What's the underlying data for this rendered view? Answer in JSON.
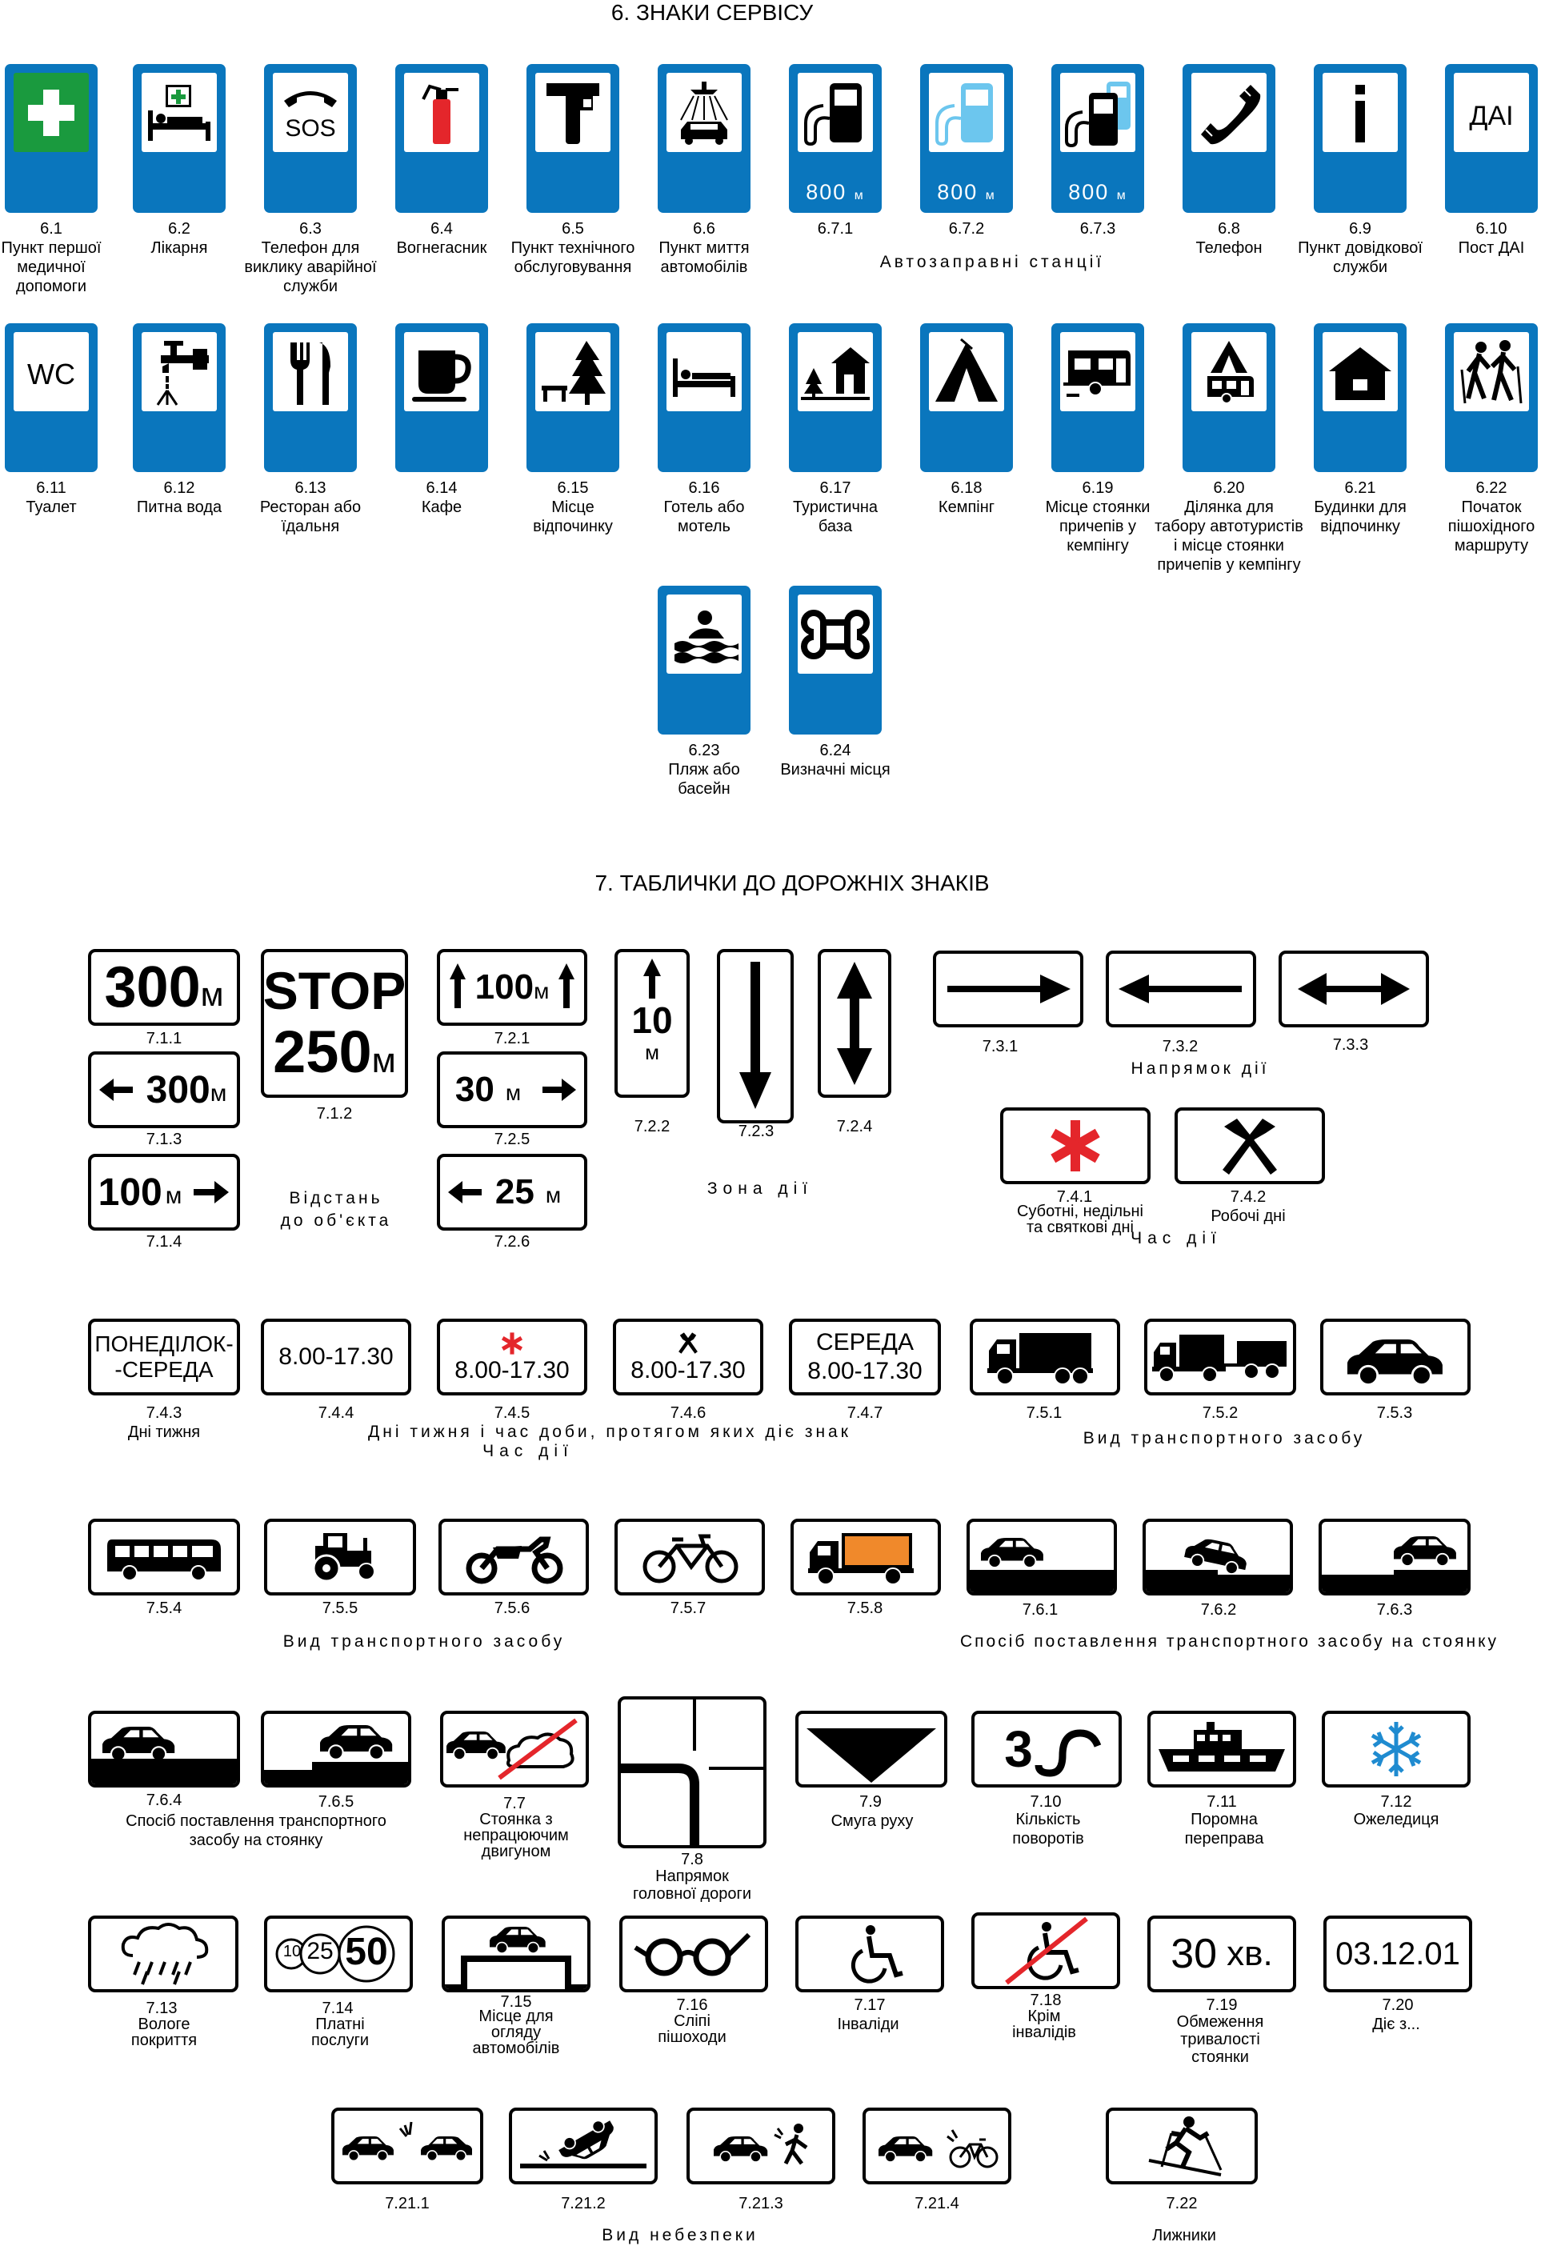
{
  "sections": {
    "service_title": "6.  ЗНАКИ  СЕРВІСУ",
    "plates_title": "7.  ТАБЛИЧКИ  ДО ДОРОЖНІХ  ЗНАКІВ"
  },
  "colors": {
    "sign_blue": "#0a76bd",
    "first_aid_green": "#1a9a3e",
    "red": "#e4262b",
    "fuel_blue": "#6cc6ee",
    "truck_orange": "#f0892b",
    "ice_blue": "#1f8bd0"
  },
  "service_signs": [
    {
      "num": "6.1",
      "label": "Пункт першої\nмедичної\nдопомоги",
      "icon": "first-aid-cross-icon"
    },
    {
      "num": "6.2",
      "label": "Лікарня",
      "icon": "hospital-bed-icon"
    },
    {
      "num": "6.3",
      "label": "Телефон для\nвиклику  аварійної\nслужби",
      "icon": "sos-phone-icon",
      "text": "SOS"
    },
    {
      "num": "6.4",
      "label": "Вогнегасник",
      "icon": "fire-extinguisher-icon"
    },
    {
      "num": "6.5",
      "label": "Пункт  технічного\nобслуговування",
      "icon": "wrench-icon"
    },
    {
      "num": "6.6",
      "label": "Пункт  миття\nавтомобілів",
      "icon": "car-wash-icon"
    },
    {
      "num": "6.7.1",
      "label": "",
      "icon": "fuel-pump-icon",
      "distance": "800",
      "unit": "м"
    },
    {
      "num": "6.7.2",
      "label": "",
      "icon": "fuel-pump-blue-icon",
      "distance": "800",
      "unit": "м"
    },
    {
      "num": "6.7.3",
      "label": "",
      "icon": "fuel-pump-double-icon",
      "distance": "800",
      "unit": "м"
    },
    {
      "num": "6.8",
      "label": "Телефон",
      "icon": "telephone-icon"
    },
    {
      "num": "6.9",
      "label": "Пункт  довідкової\nслужби",
      "icon": "info-icon",
      "text": "i"
    },
    {
      "num": "6.10",
      "label": "Пост ДАІ",
      "icon": "police-post-icon",
      "text": "ДАІ"
    },
    {
      "num": "6.11",
      "label": "Туалет",
      "icon": "wc-icon",
      "text": "WC"
    },
    {
      "num": "6.12",
      "label": "Питна  вода",
      "icon": "drinking-water-icon"
    },
    {
      "num": "6.13",
      "label": "Ресторан  або\nїдальня",
      "icon": "restaurant-icon"
    },
    {
      "num": "6.14",
      "label": "Кафе",
      "icon": "cafe-cup-icon"
    },
    {
      "num": "6.15",
      "label": "Місце\nвідпочинку",
      "icon": "rest-area-icon"
    },
    {
      "num": "6.16",
      "label": "Готель або\nмотель",
      "icon": "hotel-bed-icon"
    },
    {
      "num": "6.17",
      "label": "Туристична\nбаза",
      "icon": "tourist-base-icon"
    },
    {
      "num": "6.18",
      "label": "Кемпінг",
      "icon": "tent-icon"
    },
    {
      "num": "6.19",
      "label": "Місце стоянки\nпричепів у\nкемпінгу",
      "icon": "caravan-icon"
    },
    {
      "num": "6.20",
      "label": "Ділянка  для\nтабору автотуристів\nі  місце стоянки\nпричепів  у  кемпінгу",
      "icon": "caravan-tent-icon"
    },
    {
      "num": "6.21",
      "label": "Будинки для\nвідпочинку",
      "icon": "house-icon"
    },
    {
      "num": "6.22",
      "label": "Початок\nпішохідного\nмаршруту",
      "icon": "hikers-icon"
    },
    {
      "num": "6.23",
      "label": "Пляж  або\nбасейн",
      "icon": "swimmer-icon"
    },
    {
      "num": "6.24",
      "label": "Визначні місця",
      "icon": "landmark-icon"
    }
  ],
  "service_group_label": "Автозаправні  станції",
  "plates": {
    "p711": {
      "num": "7.1.1",
      "big": "300",
      "unit": "м"
    },
    "p712": {
      "num": "7.1.2",
      "line1": "STOP",
      "line2": "250",
      "unit": "м"
    },
    "p713": {
      "num": "7.1.3",
      "big": "300",
      "unit": "м"
    },
    "p714": {
      "num": "7.1.4",
      "big": "100",
      "unit": "м"
    },
    "p721": {
      "num": "7.2.1",
      "big": "100",
      "unit": "м"
    },
    "p722": {
      "num": "7.2.2",
      "big": "10",
      "unit": "м"
    },
    "p723": {
      "num": "7.2.3"
    },
    "p724": {
      "num": "7.2.4"
    },
    "p725": {
      "num": "7.2.5",
      "big": "30",
      "unit": "м"
    },
    "p726": {
      "num": "7.2.6",
      "big": "25",
      "unit": "м"
    },
    "p731": {
      "num": "7.3.1"
    },
    "p732": {
      "num": "7.3.2"
    },
    "p733": {
      "num": "7.3.3"
    },
    "p741": {
      "num": "7.4.1",
      "label": "Суботні, недільні\nта  святкові  дні"
    },
    "p742": {
      "num": "7.4.2",
      "label": "Робочі  дні"
    },
    "p743": {
      "num": "7.4.3",
      "line1": "ПОНЕДІЛОК-",
      "line2": "-СЕРЕДА",
      "label": "Дні  тижня"
    },
    "p744": {
      "num": "7.4.4",
      "text": "8.00-17.30"
    },
    "p745": {
      "num": "7.4.5",
      "text": "8.00-17.30"
    },
    "p746": {
      "num": "7.4.6",
      "text": "8.00-17.30"
    },
    "p747": {
      "num": "7.4.7",
      "line1": "СЕРЕДА",
      "line2": "8.00-17.30"
    },
    "p751": {
      "num": "7.5.1"
    },
    "p752": {
      "num": "7.5.2"
    },
    "p753": {
      "num": "7.5.3"
    },
    "p754": {
      "num": "7.5.4"
    },
    "p755": {
      "num": "7.5.5"
    },
    "p756": {
      "num": "7.5.6"
    },
    "p757": {
      "num": "7.5.7"
    },
    "p758": {
      "num": "7.5.8"
    },
    "p761": {
      "num": "7.6.1"
    },
    "p762": {
      "num": "7.6.2"
    },
    "p763": {
      "num": "7.6.3"
    },
    "p764": {
      "num": "7.6.4"
    },
    "p765": {
      "num": "7.6.5"
    },
    "p77": {
      "num": "7.7",
      "label": "Стоянка з\nнепрацюючим\nдвигуном"
    },
    "p78": {
      "num": "7.8",
      "label": "Напрямок\nголовної дороги"
    },
    "p79": {
      "num": "7.9",
      "label": "Смуга    руху"
    },
    "p710": {
      "num": "7.10",
      "big": "3",
      "label": "Кількість\nповоротів"
    },
    "p711b": {
      "num": "7.11",
      "label": "Поромна\nпереправа"
    },
    "p712b": {
      "num": "7.12",
      "label": "Ожеледиця"
    },
    "p713b": {
      "num": "7.13",
      "label": "Вологе\nпокриття"
    },
    "p714b": {
      "num": "7.14",
      "a": "10",
      "b": "25",
      "c": "50",
      "label": "Платні\nпослуги"
    },
    "p715": {
      "num": "7.15",
      "label": "Місце для\nогляду\nавтомобілів"
    },
    "p716": {
      "num": "7.16",
      "label": "Сліпі\nпішоходи"
    },
    "p717": {
      "num": "7.17",
      "label": "Інваліди"
    },
    "p718": {
      "num": "7.18",
      "label": "Крім\nінвалідів"
    },
    "p719": {
      "num": "7.19",
      "big": "30",
      "unit": "хв.",
      "label": "Обмеження\nтривалості\nстоянки"
    },
    "p720": {
      "num": "7.20",
      "text": "03.12.01",
      "label": "Діє з..."
    },
    "p7211": {
      "num": "7.21.1"
    },
    "p7212": {
      "num": "7.21.2"
    },
    "p7213": {
      "num": "7.21.3"
    },
    "p7214": {
      "num": "7.21.4"
    },
    "p722b": {
      "num": "7.22",
      "label": "Лижники"
    }
  },
  "groups": {
    "distance": "Відстань\nдо об'єкта",
    "zone": "Зона   дії",
    "direction": "Напрямок   дії",
    "time_a": "Час     дії",
    "days_time": "Дні   тижня   і  час доби,  протягом  яких діє  знак",
    "time_b": "Час    дії",
    "vehicle_a": "Вид  транспортного  засобу",
    "vehicle_b": "Вид  транспортного  засобу",
    "parking_a": "Спосіб  поставлення   транспортного  засобу  на   стоянку",
    "parking_b": "Спосіб  поставлення   транспортного\nзасобу   на   стоянку",
    "danger": "Вид   небезпеки",
    "skiers": "Лижники"
  }
}
